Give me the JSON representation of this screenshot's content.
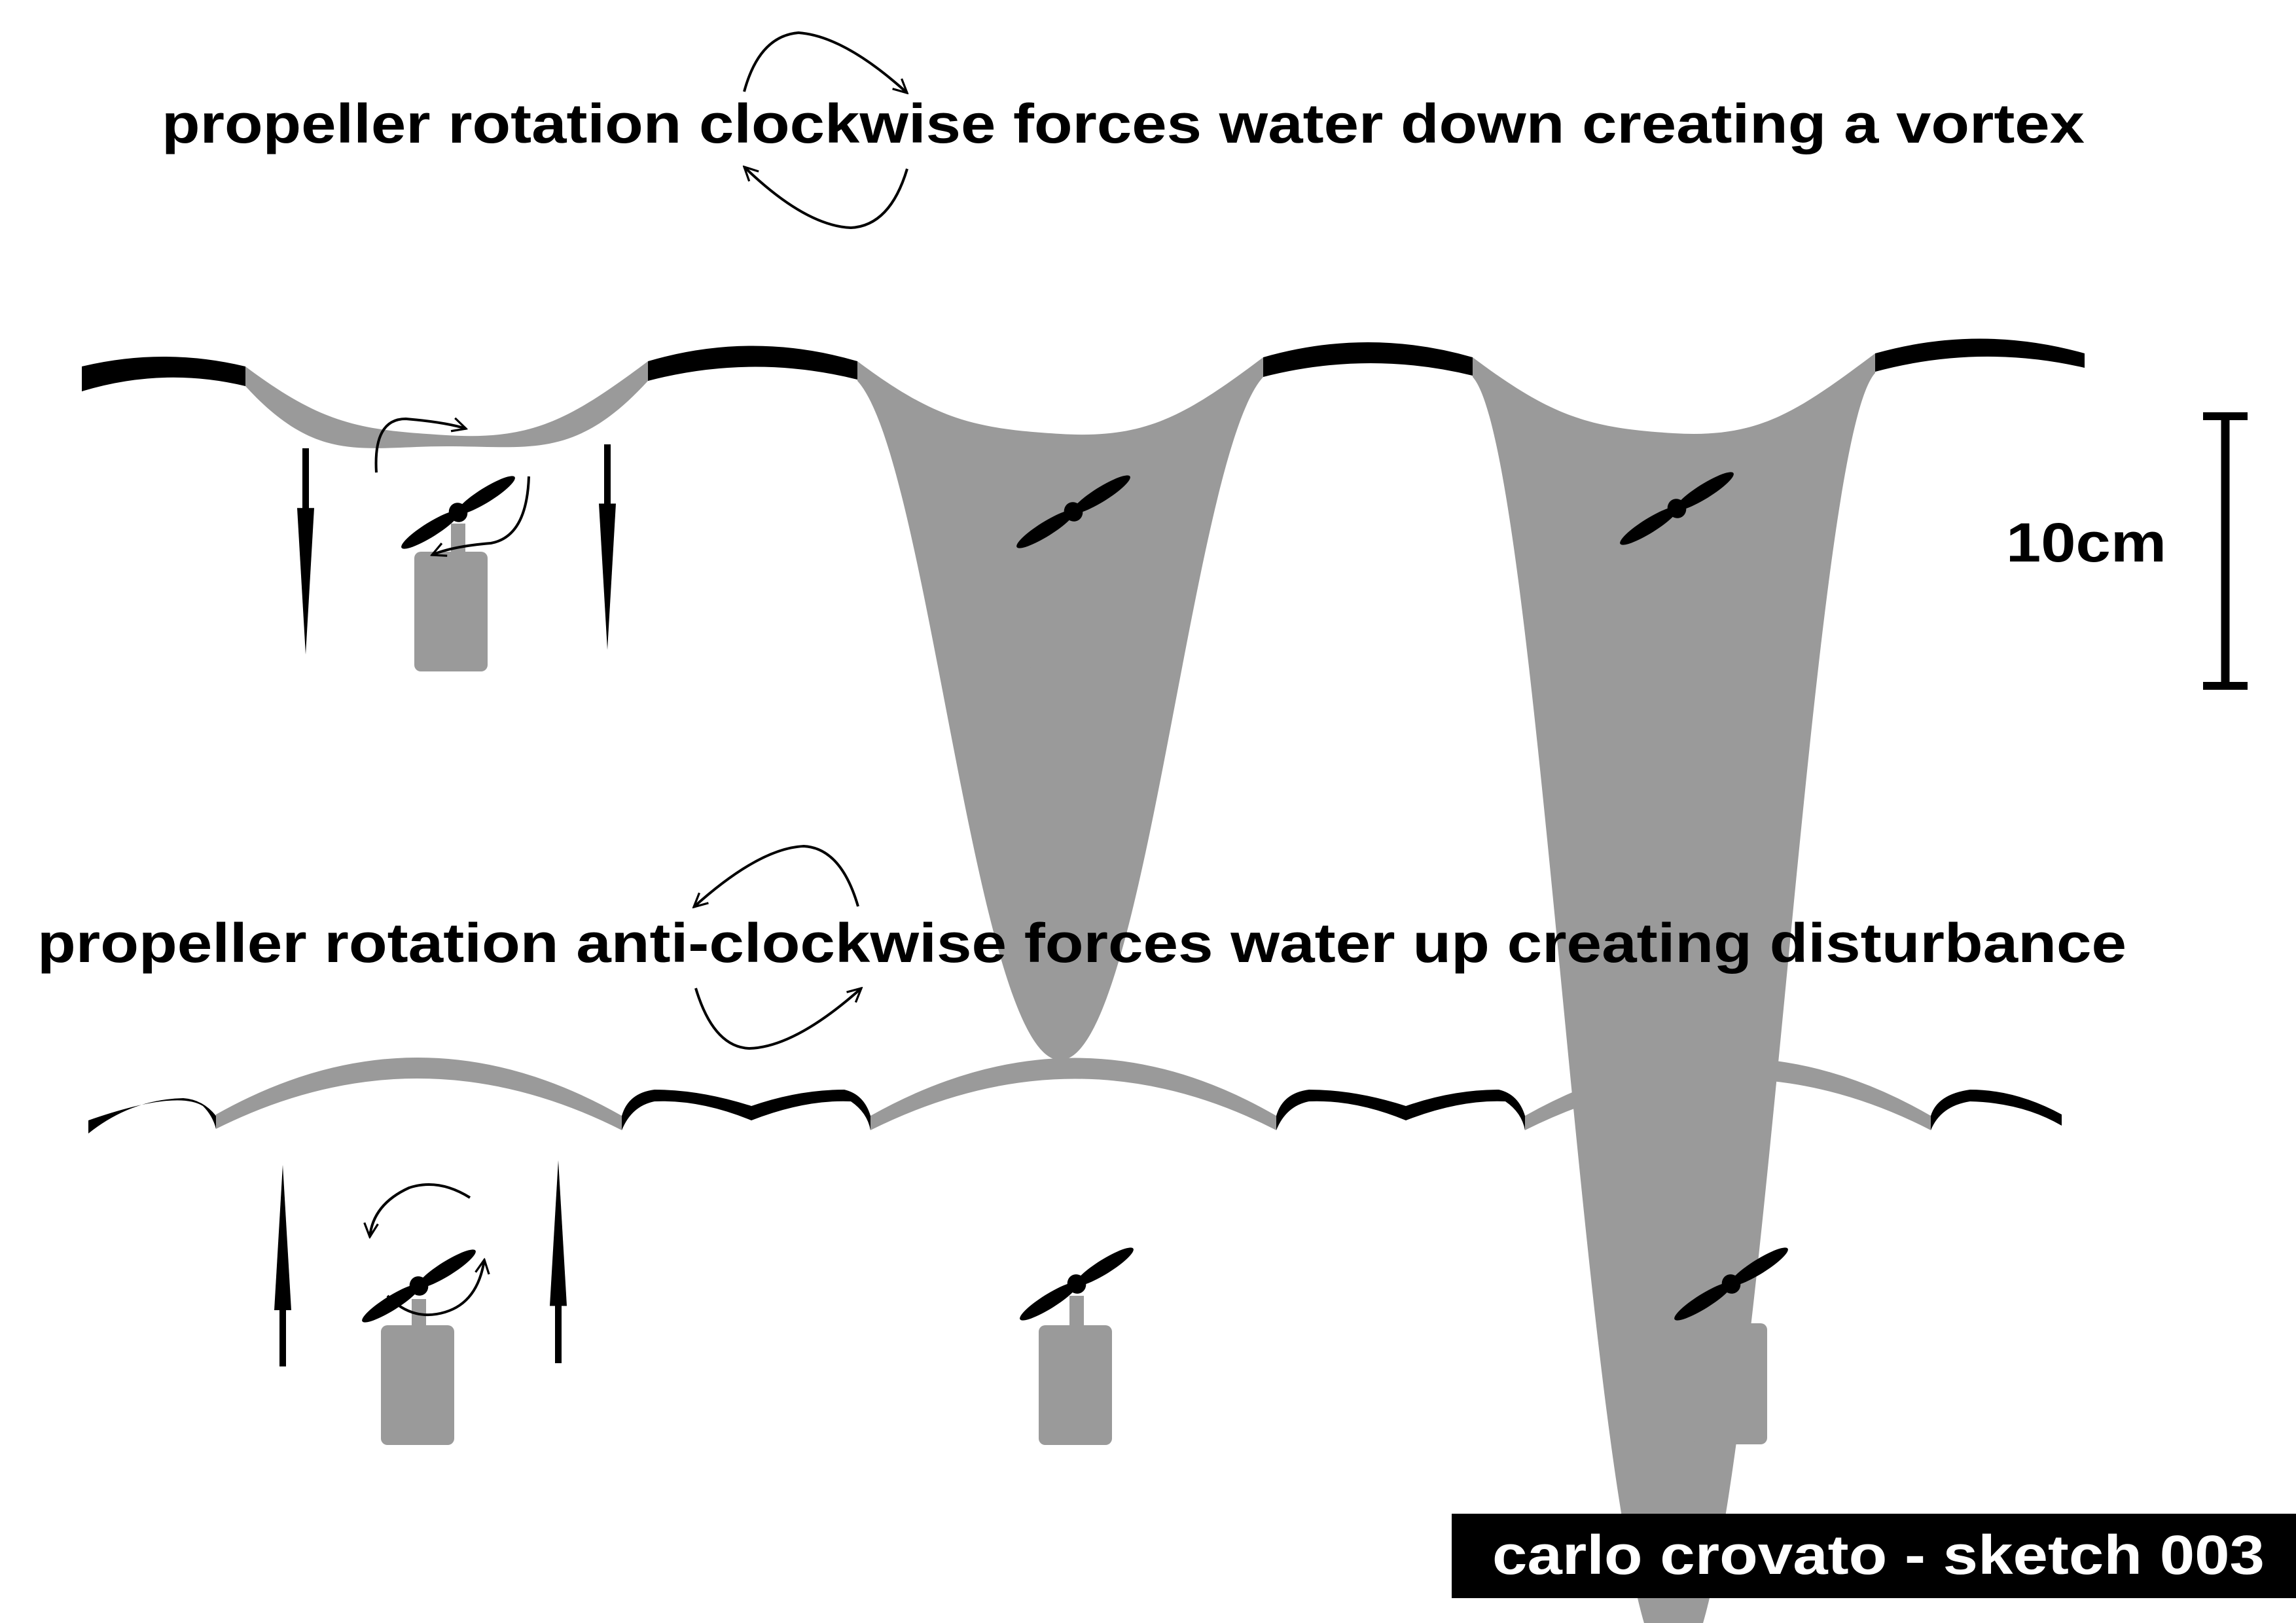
{
  "diagram": {
    "colors": {
      "ink": "#000000",
      "water_disturbed": "#9a9a9a",
      "motor": "#9a9a9a",
      "background": "#ffffff",
      "credit_background": "#000000",
      "credit_text": "#ffffff"
    },
    "top_panel": {
      "caption": "propeller rotation clockwise forces water down creating a vortex",
      "rotation": "clockwise",
      "water_flow": "down",
      "water_effect": "vortex",
      "propeller_count": 3,
      "flow_arrows": [
        "down",
        "down"
      ]
    },
    "bottom_panel": {
      "caption": "propeller rotation anti-clockwise forces water up creating disturbance",
      "rotation": "anti-clockwise",
      "water_flow": "up",
      "water_effect": "disturbance",
      "propeller_count": 3,
      "flow_arrows": [
        "up",
        "up"
      ]
    },
    "scale_bar": {
      "label": "10cm"
    },
    "credit": {
      "text": "carlo crovato - sketch 003"
    }
  }
}
